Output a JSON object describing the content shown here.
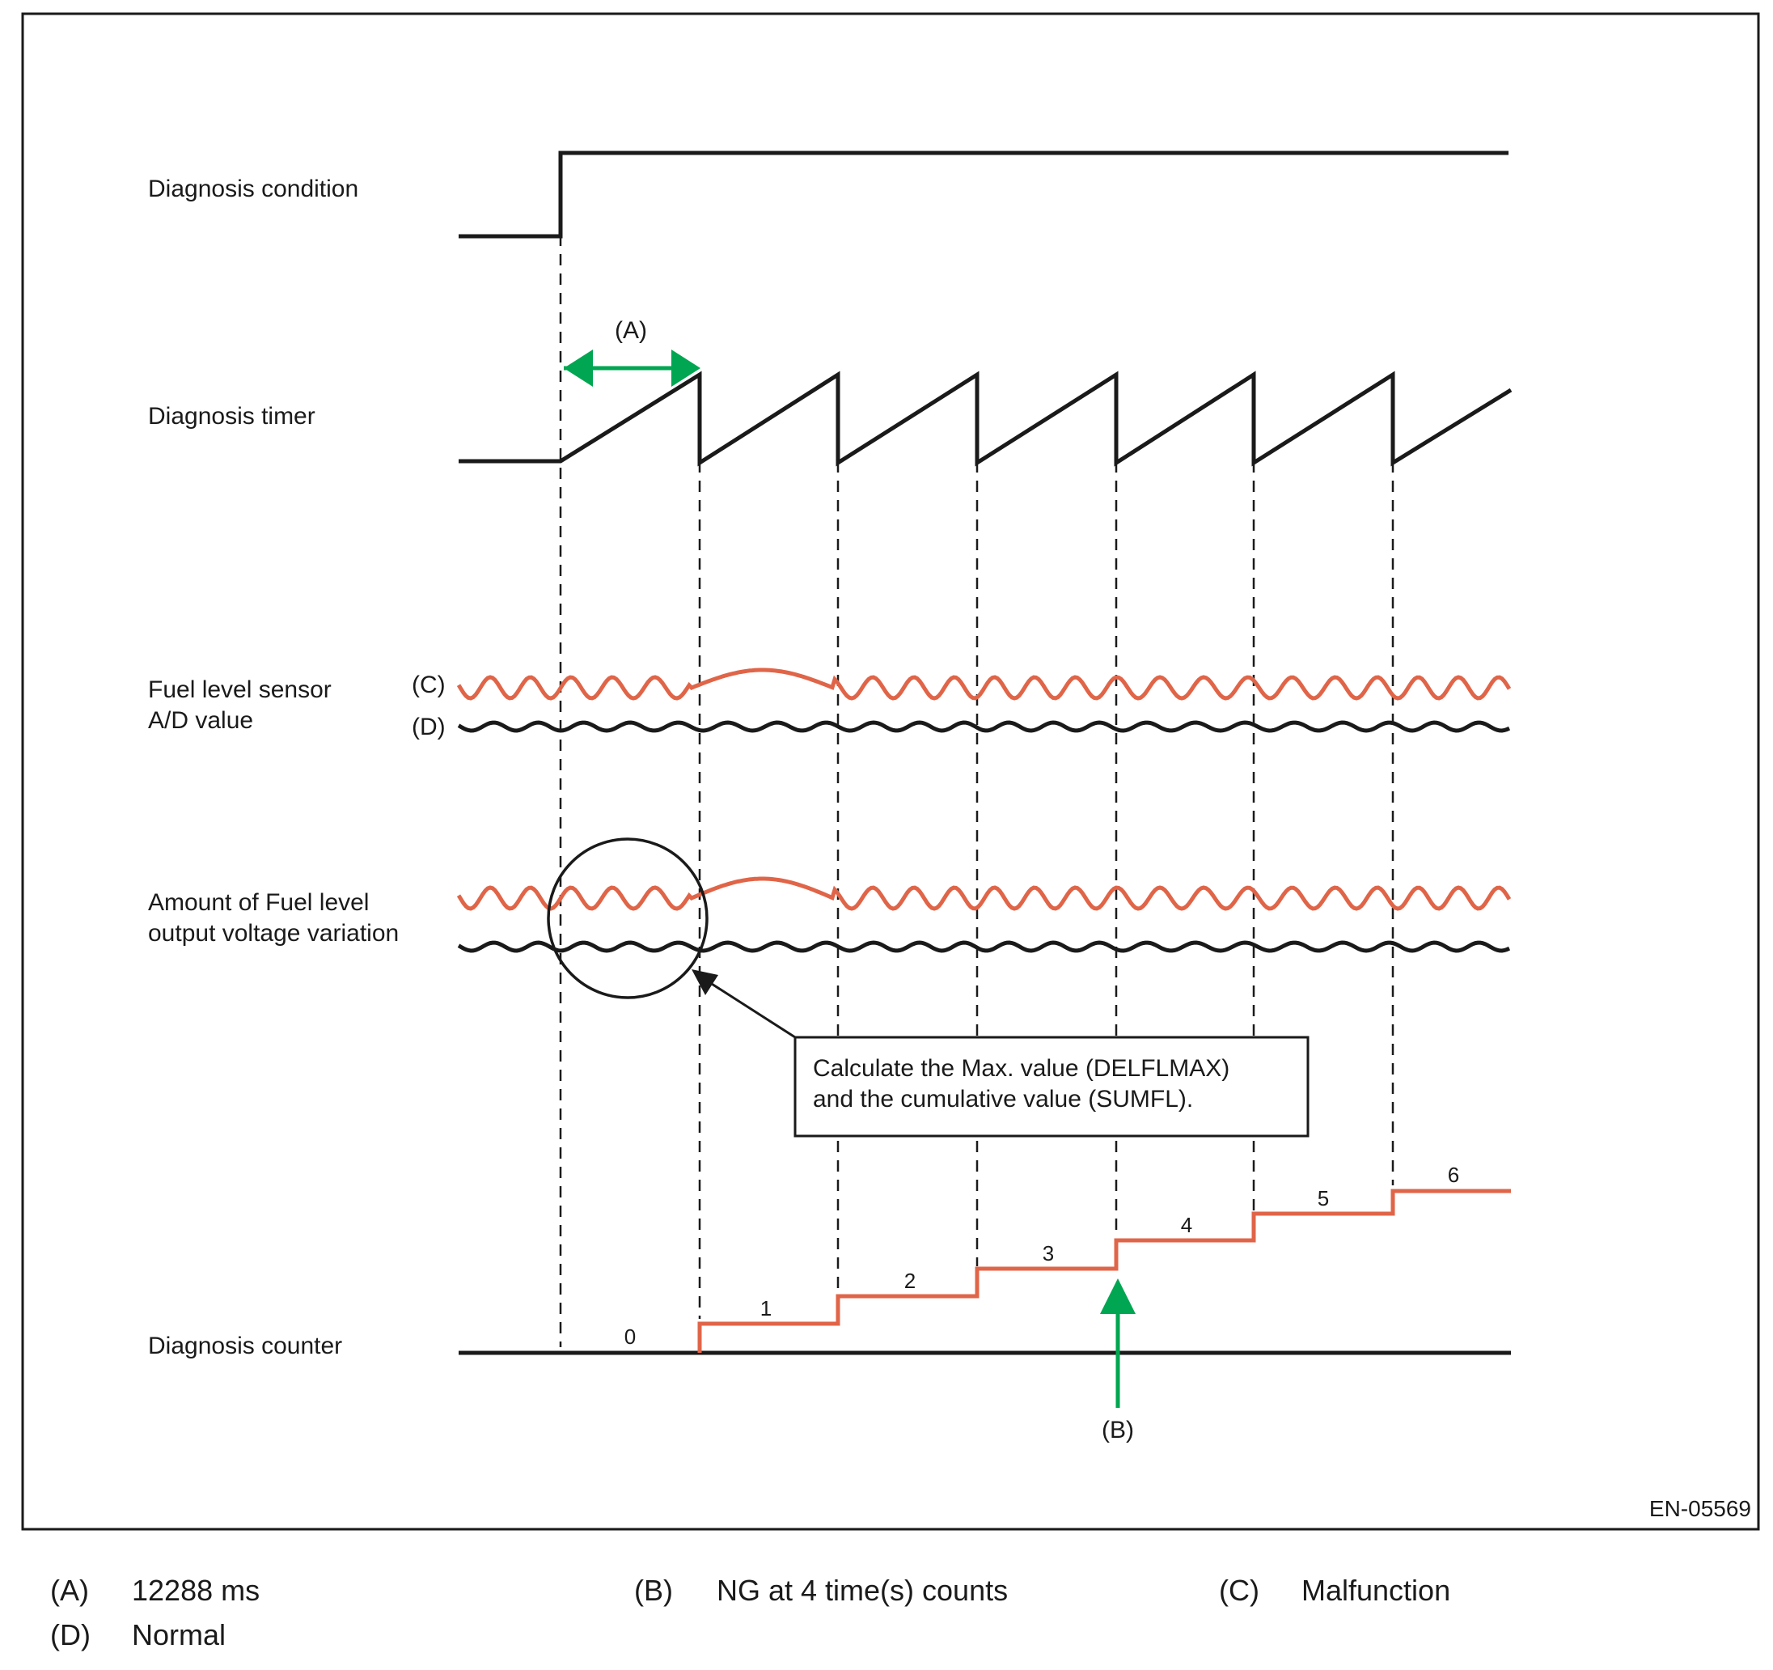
{
  "diagram": {
    "rows": {
      "diagnosis_condition": "Diagnosis condition",
      "diagnosis_timer": "Diagnosis timer",
      "fuel_sensor_line1": "Fuel level sensor",
      "fuel_sensor_line2": "A/D value",
      "variation_line1": "Amount of Fuel level",
      "variation_line2": "output voltage variation",
      "diagnosis_counter": "Diagnosis counter"
    },
    "markers": {
      "a": "(A)",
      "b": "(B)",
      "c": "(C)",
      "d": "(D)"
    },
    "callout": {
      "line1": "Calculate the Max. value (DELFLMAX)",
      "line2": "and the cumulative value (SUMFL)."
    },
    "counter_steps": [
      "0",
      "1",
      "2",
      "3",
      "4",
      "5",
      "6"
    ],
    "figure_id": "EN-05569",
    "colors": {
      "malfunction": "#e06548",
      "normal": "#1a1a1a",
      "highlight": "#00a651"
    }
  },
  "legend": {
    "a_key": "(A)",
    "a_value": "12288 ms",
    "b_key": "(B)",
    "b_value": "NG at 4 time(s) counts",
    "c_key": "(C)",
    "c_value": "Malfunction",
    "d_key": "(D)",
    "d_value": "Normal"
  }
}
